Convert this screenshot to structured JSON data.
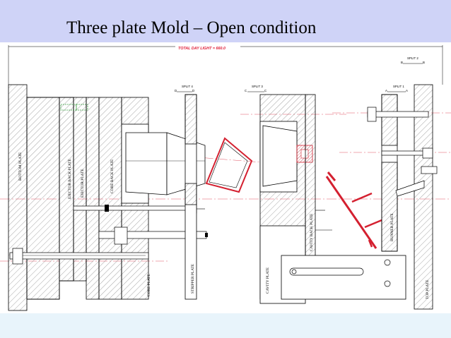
{
  "slide": {
    "title": "Three plate Mold – Open condition"
  },
  "drawing": {
    "total_daylight": "TOTAL DAY LIGHT = 660.0",
    "plates": {
      "bottom": "BOTTOM PLATE",
      "ejector_back": "EJECTOR BACK PLATE",
      "ejector": "EJECTOR PLATE",
      "core_back": "CORE BACK PLATE",
      "core": "CORE PLATE",
      "stripper": "STRIPPER PLATE",
      "cavity": "CAVITY PLATE",
      "cavity_back": "CAVITY BACK PLATE",
      "runner": "RUNNER PLATE",
      "top": "TOP PLATE"
    },
    "splits": {
      "split1": "SPLIT 1",
      "split2": "SPLIT 2",
      "split3": "SPLIT 3",
      "split4": "SPLIT 4"
    },
    "colors": {
      "line": "#000000",
      "hatch": "#555555",
      "accent": "#d42030",
      "centerline": "#e05060"
    }
  }
}
